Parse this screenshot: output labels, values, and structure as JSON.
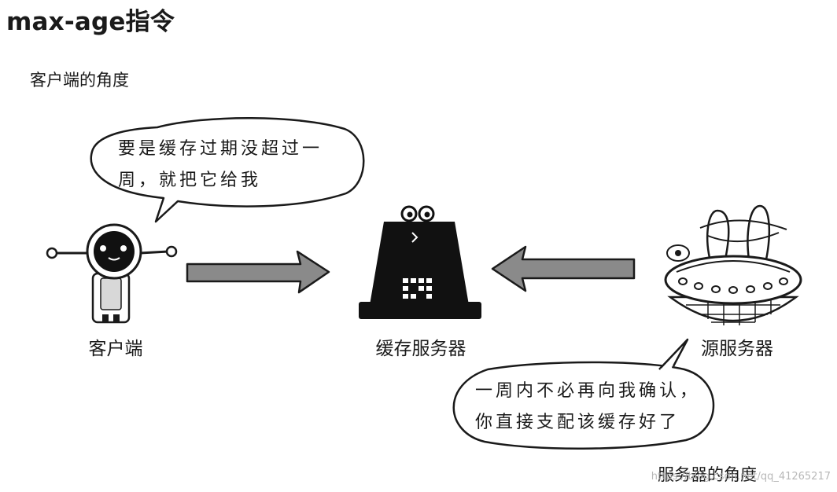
{
  "title": "max-age指令",
  "perspective_client": "客户端的角度",
  "perspective_server": "服务器的角度",
  "nodes": {
    "client": "客户端",
    "cache": "缓存服务器",
    "origin": "源服务器"
  },
  "bubbles": {
    "client_line1": "要是缓存过期没超过一",
    "client_line2": "周，就把它给我",
    "server_line1": "一周内不必再向我确认，",
    "server_line2": "你直接支配该缓存好了"
  },
  "watermark": "https://blog.csdn.net/qq_41265217",
  "colors": {
    "ink": "#1a1a1a",
    "arrow_fill": "#8a8a8a",
    "building": "#111111"
  }
}
